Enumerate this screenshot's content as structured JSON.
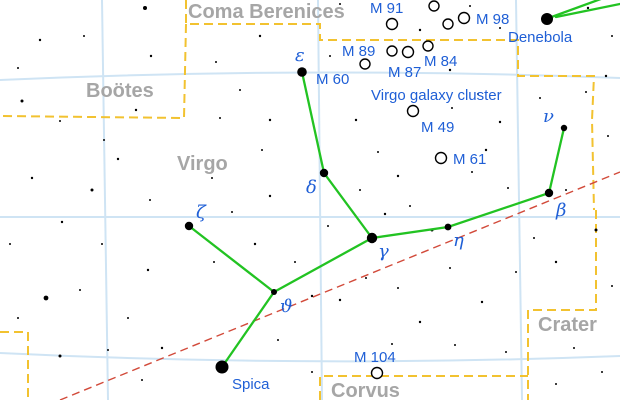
{
  "constellations": {
    "coma_berenices": "Coma Berenices",
    "bootes": "Boötes",
    "virgo": "Virgo",
    "crater": "Crater",
    "corvus": "Corvus"
  },
  "stars": {
    "spica": "Spica",
    "denebola": "Denebola",
    "epsilon": "ε",
    "delta": "δ",
    "gamma": "γ",
    "eta": "η",
    "beta": "β",
    "nu": "ν",
    "zeta": "ζ",
    "theta": "ϑ"
  },
  "deep_sky": {
    "m60": "M 60",
    "m89": "M 89",
    "m87": "M 87",
    "m84": "M 84",
    "m91": "M 91",
    "m98": "M 98",
    "m49": "M 49",
    "m61": "M 61",
    "m104": "M 104",
    "cluster": "Virgo galaxy cluster"
  },
  "colors": {
    "background": "#ffffff",
    "grid": "#cfe4f4",
    "boundary": "#f2c230",
    "asterism": "#22c322",
    "ecliptic": "#d24a3a",
    "label": "#1f5fd6",
    "constellation_label": "#a6a6a6",
    "star": "#000000"
  }
}
